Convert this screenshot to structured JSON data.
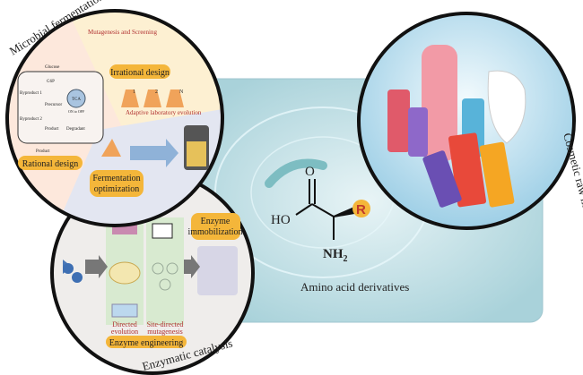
{
  "center": {
    "title": "Amino acid derivatives",
    "atoms": {
      "o": "O",
      "ho": "HO",
      "r": "R",
      "nh2": "NH",
      "sub2": "2"
    }
  },
  "microbial_fermentation": {
    "title": "Microbial fermentation",
    "mutagenesis": "Mutagenesis and Screening",
    "irrational": "Irrational design",
    "ale": "Adaptive laboratory evolution",
    "rational": "Rational design",
    "fermentation_line1": "Fermentation",
    "fermentation_line2": "optimization",
    "pathway": {
      "glucose": "Glucose",
      "g6p": "G6P",
      "byproduct1": "Byproduct 1",
      "byproduct2": "Byproduct 2",
      "precursor": "Precursor",
      "tca": "TCA",
      "onoff": "ON to OFF",
      "product": "Product",
      "degradant": "Degradant",
      "product_out": "Product",
      "flask_steps": [
        "1",
        "2",
        "N"
      ]
    }
  },
  "enzymatic_catalysis": {
    "title": "Enzymatic catalysis",
    "immobilization_line1": "Enzyme",
    "immobilization_line2": "immobilization",
    "directed_line1": "Directed",
    "directed_line2": "evolution",
    "site_line1": "Site-directed",
    "site_line2": "mutagenesis",
    "engineering": "Enzyme engineering"
  },
  "cosmetic": {
    "title": "Cosmetic raw materials"
  },
  "colors": {
    "accent": "#f4b63a",
    "panel": "#cfe6ea",
    "ring": "#111111",
    "label_red": "#b03030"
  }
}
